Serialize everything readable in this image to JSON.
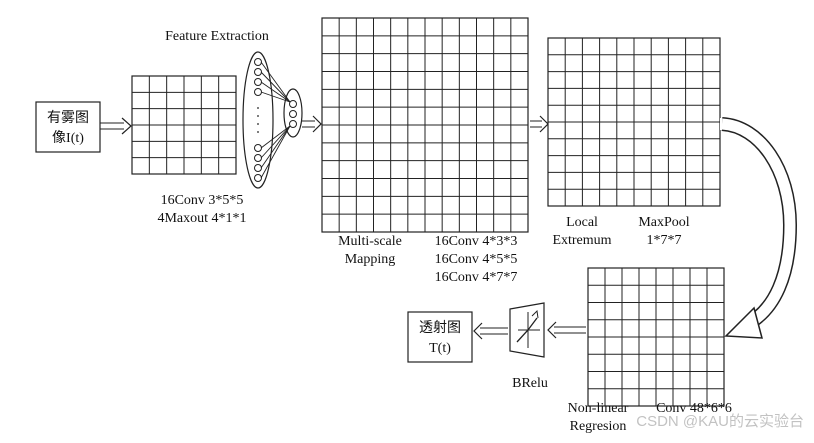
{
  "title": "Feature Extraction",
  "input_box": [
    "有雾图",
    "像I(t)"
  ],
  "stage1": {
    "lines": [
      "16Conv 3*5*5",
      "4Maxout 4*1*1"
    ]
  },
  "stage2": {
    "left_lines": [
      "Multi-scale",
      "Mapping"
    ],
    "right_lines": [
      "16Conv 4*3*3",
      "16Conv 4*5*5",
      "16Conv 4*7*7"
    ]
  },
  "stage3": {
    "left_lines": [
      "Local",
      "Extremum"
    ],
    "right_lines": [
      "MaxPool",
      "1*7*7"
    ]
  },
  "stage4": {
    "left_lines": [
      "Non-linear",
      "Regresion"
    ],
    "right_label": "Conv 48*6*6"
  },
  "activation_label": "BRelu",
  "output_box": [
    "透射图",
    "T(t)"
  ],
  "watermark": "CSDN @KAU的云实验台"
}
